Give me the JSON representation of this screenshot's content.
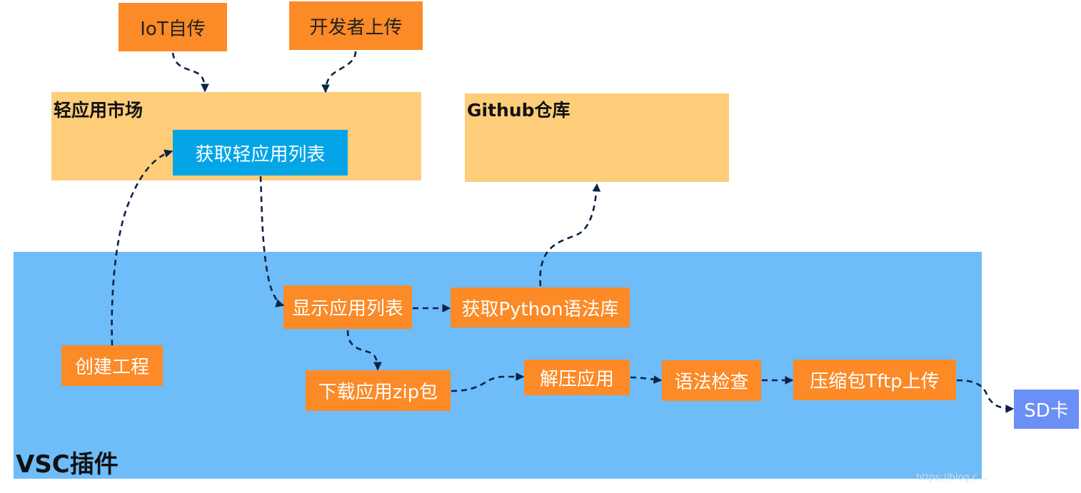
{
  "colors": {
    "orange": "#fb8a27",
    "market_bg": "#fdcd7a",
    "vsc_bg": "#6ebcf8",
    "list_node": "#03a5e6",
    "sd_card": "#6a8ff7",
    "arrow": "#0c2247"
  },
  "containers": {
    "market": {
      "label": "轻应用市场"
    },
    "github": {
      "label": "Github仓库"
    },
    "vsc": {
      "label": "VSC插件"
    }
  },
  "nodes": {
    "iot_upload": "IoT自传",
    "dev_upload": "开发者上传",
    "get_app_list": "获取轻应用列表",
    "create_project": "创建工程",
    "show_app_list": "显示应用列表",
    "get_python_lib": "获取Python语法库",
    "download_zip": "下载应用zip包",
    "unzip_app": "解压应用",
    "syntax_check": "语法检查",
    "compress_tftp": "压缩包Tftp上传",
    "sd_card": "SD卡"
  },
  "icons": {
    "arrowhead": "arrowhead-icon"
  },
  "watermark": "https://blog.c..."
}
